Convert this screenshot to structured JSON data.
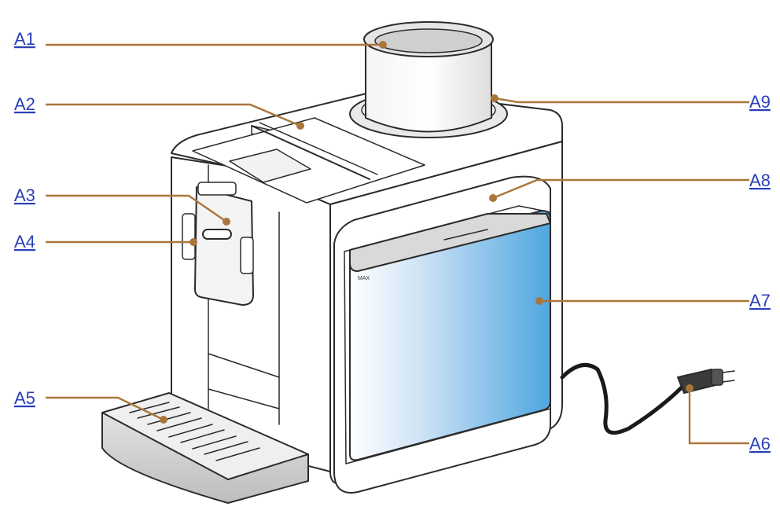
{
  "callouts": [
    {
      "id": "A1",
      "label": "A1",
      "part": "bean-hopper"
    },
    {
      "id": "A2",
      "label": "A2",
      "part": "top-lid"
    },
    {
      "id": "A3",
      "label": "A3",
      "part": "coffee-spout"
    },
    {
      "id": "A4",
      "label": "A4",
      "part": "spout-window"
    },
    {
      "id": "A5",
      "label": "A5",
      "part": "drip-tray"
    },
    {
      "id": "A6",
      "label": "A6",
      "part": "power-plug"
    },
    {
      "id": "A7",
      "label": "A7",
      "part": "water-tank"
    },
    {
      "id": "A8",
      "label": "A8",
      "part": "tank-housing"
    },
    {
      "id": "A9",
      "label": "A9",
      "part": "hopper-base"
    }
  ],
  "tank_marking": "MAX",
  "colors": {
    "label": "#2a3fb8",
    "leader": "#a9763a",
    "outline": "#2b2b2b",
    "tank": "#7fb9e6",
    "tray": "#d4d4d4"
  }
}
